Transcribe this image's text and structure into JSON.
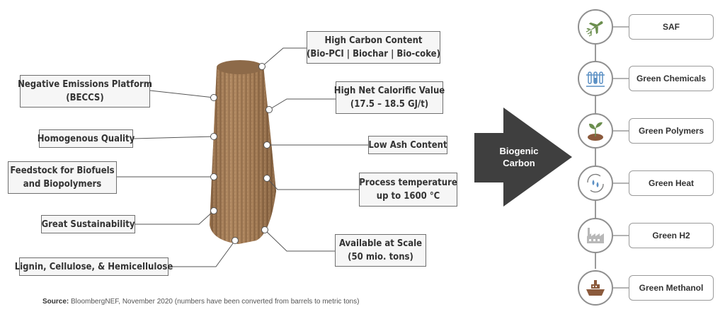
{
  "left_labels": [
    {
      "id": "negative-emissions",
      "lines": [
        "Negative Emissions Platform",
        "(BECCS)"
      ]
    },
    {
      "id": "homogenous-quality",
      "lines": [
        "Homogenous Quality"
      ]
    },
    {
      "id": "feedstock",
      "lines": [
        "Feedstock for Biofuels",
        "and Biopolymers"
      ]
    },
    {
      "id": "great-sustainability",
      "lines": [
        "Great Sustainability"
      ]
    },
    {
      "id": "lignin",
      "lines": [
        "Lignin, Cellulose, & Hemicellulose"
      ]
    }
  ],
  "right_labels": [
    {
      "id": "high-carbon",
      "lines": [
        "High Carbon Content",
        "(Bio-PCI | Biochar | Bio-coke)"
      ]
    },
    {
      "id": "calorific",
      "lines": [
        "High Net Calorific Value",
        "(17.5 – 18.5 GJ/t)"
      ]
    },
    {
      "id": "low-ash",
      "lines": [
        "Low Ash Content"
      ]
    },
    {
      "id": "process-temp",
      "lines": [
        "Process temperature",
        "up to 1600 °C"
      ]
    },
    {
      "id": "available",
      "lines": [
        "Available at Scale",
        "(50 mio. tons)"
      ]
    }
  ],
  "arrow_label": [
    "Biogenic",
    "Carbon"
  ],
  "outputs": [
    {
      "label": "SAF",
      "icon": "airplane-icon"
    },
    {
      "label": "Green Chemicals",
      "icon": "test-tubes-icon"
    },
    {
      "label": "Green Polymers",
      "icon": "sprout-icon"
    },
    {
      "label": "Green Heat",
      "icon": "water-cycle-icon"
    },
    {
      "label": "Green H2",
      "icon": "factory-icon"
    },
    {
      "label": "Green Methanol",
      "icon": "ship-icon"
    }
  ],
  "source": {
    "bold": "Source:",
    "text": " BloombergNEF, November 2020 (numbers have been converted from barrels to metric tons)"
  },
  "colors": {
    "arrow": "#3f3f3f",
    "icon_green": "#6b8e4e",
    "icon_blue": "#5a8fc4",
    "icon_brown": "#8b5a3c",
    "pellet": "#a9825a"
  }
}
